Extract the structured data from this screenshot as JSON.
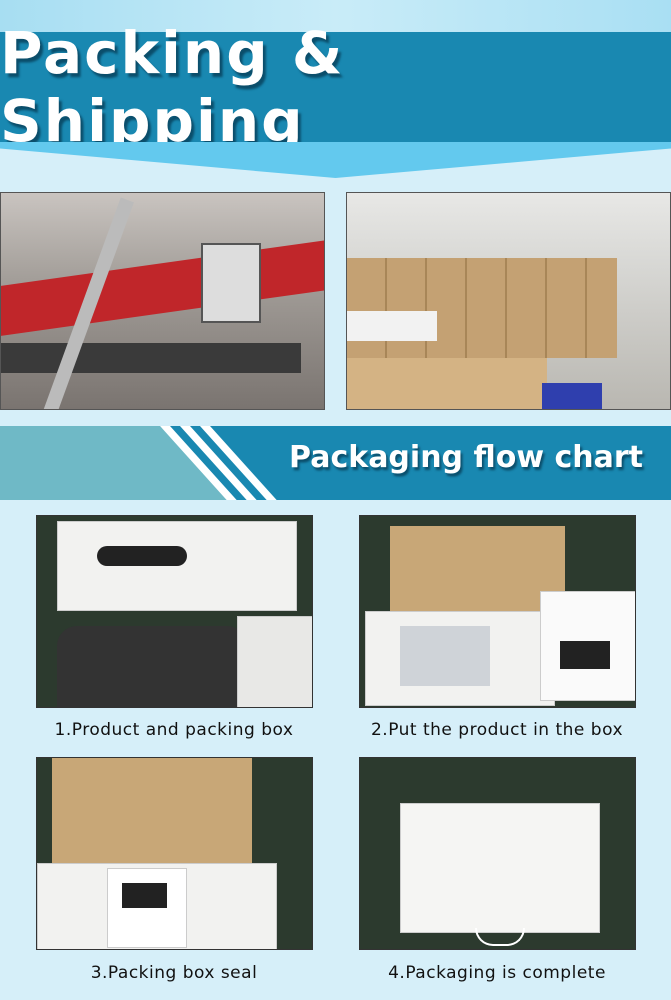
{
  "header": {
    "title": "Packing & Shipping"
  },
  "section": {
    "title": "Packaging flow chart"
  },
  "steps": [
    {
      "caption": "1.Product and packing box"
    },
    {
      "caption": "2.Put the product in the box"
    },
    {
      "caption": "3.Packing box seal"
    },
    {
      "caption": "4.Packaging is complete"
    }
  ],
  "colors": {
    "banner": "#1988b1",
    "background": "#d6eff9",
    "chevron": "#63c9ee",
    "teal": "#6fb9c6"
  }
}
